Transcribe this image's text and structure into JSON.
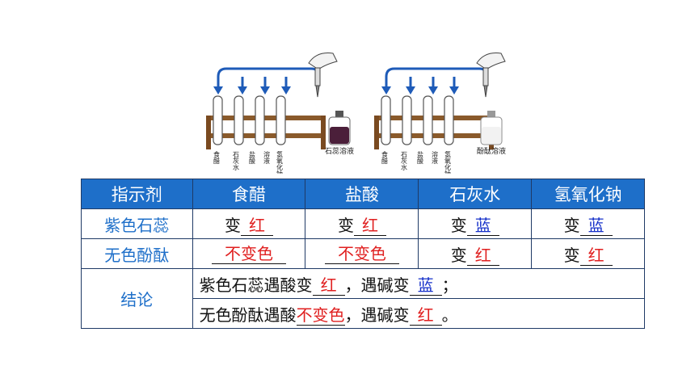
{
  "illustrations": [
    {
      "tube_labels": [
        "食醋",
        "石灰水",
        "盐酸",
        "溶液",
        "氢氧化钠"
      ],
      "bottle_label": "石蕊溶液",
      "bottle_color": "#4b1f3a"
    },
    {
      "tube_labels": [
        "食醋",
        "石灰水",
        "盐酸",
        "溶液",
        "氢氧化钠"
      ],
      "bottle_label": "酚酞溶液",
      "bottle_color": "#f2f2f2"
    }
  ],
  "table": {
    "headers": [
      "指示剂",
      "食醋",
      "盐酸",
      "石灰水",
      "氢氧化钠"
    ],
    "rows": [
      {
        "label": "紫色石蕊",
        "cells": [
          {
            "prefix": "变",
            "answer": "红",
            "color": "red"
          },
          {
            "prefix": "变",
            "answer": "红",
            "color": "red"
          },
          {
            "prefix": "变",
            "answer": "蓝",
            "color": "blue"
          },
          {
            "prefix": "变",
            "answer": "蓝",
            "color": "blue"
          }
        ]
      },
      {
        "label": "无色酚酞",
        "cells": [
          {
            "prefix": "",
            "answer": "不变色",
            "color": "red"
          },
          {
            "prefix": "",
            "answer": "不变色",
            "color": "red"
          },
          {
            "prefix": "变",
            "answer": "红",
            "color": "red"
          },
          {
            "prefix": "变",
            "answer": "红",
            "color": "red"
          }
        ]
      }
    ],
    "conclusion": {
      "label": "结论",
      "line1": {
        "a": "紫色石蕊遇酸变",
        "b": "红",
        "c": "，遇碱变",
        "d": "蓝",
        "e": "；"
      },
      "line2": {
        "a": "无色酚酞遇酸",
        "b": "不变色",
        "c": "，遇碱变",
        "d": "红",
        "e": "。"
      }
    }
  },
  "colors": {
    "header_bg": "#1e6fc9",
    "label_text": "#1e6fc9",
    "answer_red": "#e02020",
    "answer_blue": "#1530c9",
    "arrow": "#1e5bb8"
  }
}
